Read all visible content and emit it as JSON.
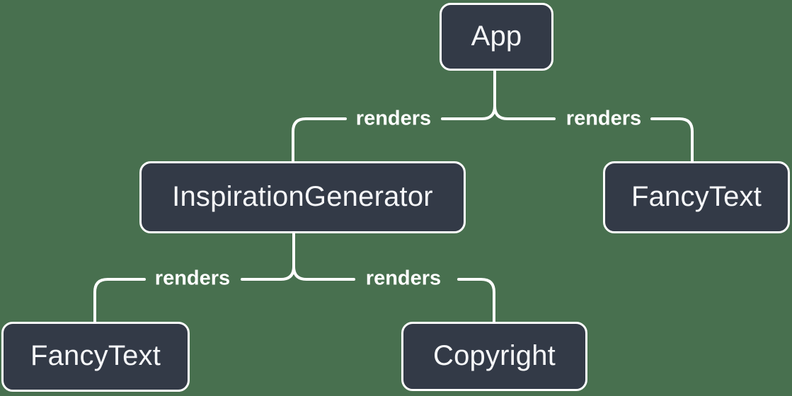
{
  "diagram": {
    "type": "component-render-tree",
    "root": "App"
  },
  "nodes": {
    "app": {
      "label": "App"
    },
    "inspiration_generator": {
      "label": "InspirationGenerator"
    },
    "fancy_text_right": {
      "label": "FancyText"
    },
    "fancy_text_left": {
      "label": "FancyText"
    },
    "copyright": {
      "label": "Copyright"
    }
  },
  "edges": [
    {
      "from": "App",
      "to": "InspirationGenerator",
      "label": "renders"
    },
    {
      "from": "App",
      "to": "FancyText",
      "label": "renders"
    },
    {
      "from": "InspirationGenerator",
      "to": "FancyText",
      "label": "renders"
    },
    {
      "from": "InspirationGenerator",
      "to": "Copyright",
      "label": "renders"
    }
  ],
  "colors": {
    "background": "#48704f",
    "node_fill": "#333a47",
    "node_border": "#ffffff",
    "node_text": "#f6f7f9",
    "line": "#ffffff",
    "label_text": "#ffffff"
  }
}
